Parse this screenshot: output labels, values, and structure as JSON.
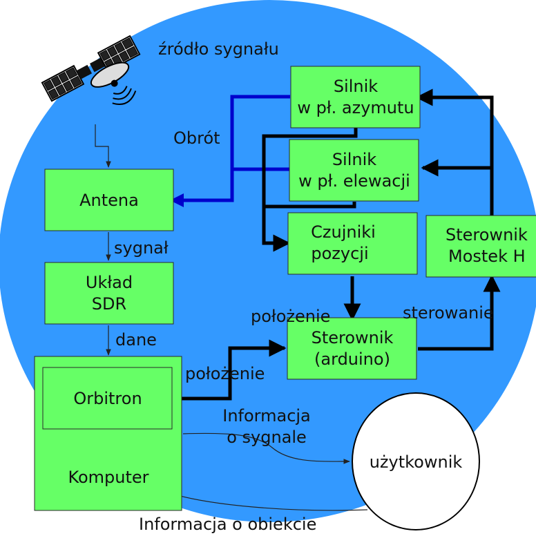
{
  "colors": {
    "background_circle": "#3399ff",
    "box_fill": "#66ff66",
    "control_line": "#000000",
    "rotation_line": "#0000cc",
    "user_circle": "#ffffff"
  },
  "icons": {
    "satellite": "satellite-icon"
  },
  "labels": {
    "signal_source": "źródło sygnału",
    "rotation": "Obrót",
    "signal": "sygnał",
    "data": "dane",
    "position_sensor_out": "położenie",
    "position_orbitron_out": "położenie",
    "control": "sterowanie",
    "signal_info_line1": "Informacja",
    "signal_info_line2": "o sygnale",
    "object_info": "Informacja o obiekcie"
  },
  "nodes": {
    "azimuth_motor": {
      "line1": "Silnik",
      "line2": "w pł. azymutu"
    },
    "elevation_motor": {
      "line1": "Silnik",
      "line2": "w pł. elewacji"
    },
    "antenna": {
      "line1": "Antena"
    },
    "sdr": {
      "line1": "Układ",
      "line2": "SDR"
    },
    "position_sensors": {
      "line1": "Czujniki",
      "line2": "pozycji"
    },
    "driver_bridge": {
      "line1": "Sterownik",
      "line2": "Mostek H"
    },
    "controller_arduino": {
      "line1": "Sterownik",
      "line2": "(arduino)"
    },
    "computer": {
      "line1": "Komputer"
    },
    "orbitron": {
      "line1": "Orbitron"
    },
    "user": {
      "line1": "użytkownik"
    }
  }
}
